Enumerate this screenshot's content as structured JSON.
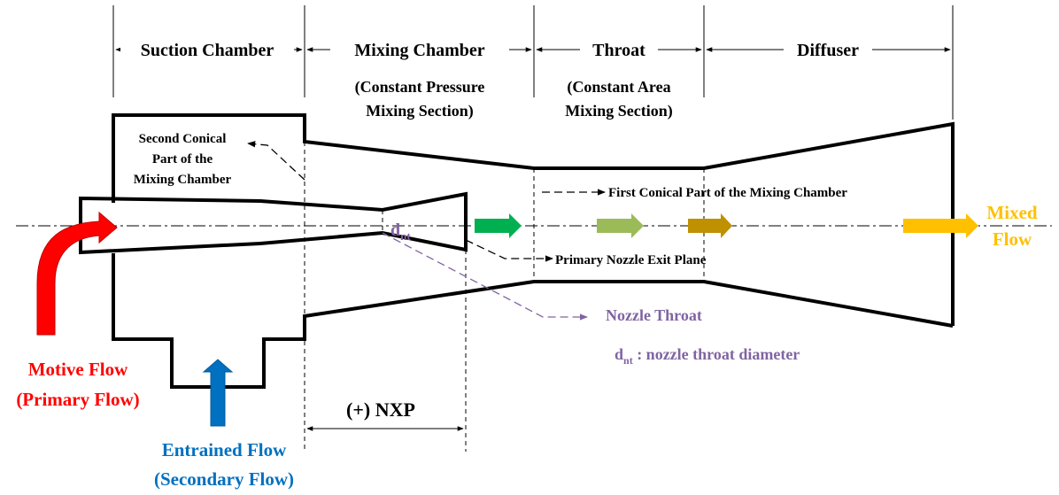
{
  "sections": {
    "suction_chamber": "Suction Chamber",
    "mixing_chamber": "Mixing Chamber",
    "mixing_chamber_sub": [
      "(Constant Pressure",
      "Mixing Section)"
    ],
    "throat": "Throat",
    "throat_sub": [
      "(Constant Area",
      "Mixing Section)"
    ],
    "diffuser": "Diffuser"
  },
  "annotations": {
    "second_conical": [
      "Second Conical",
      "Part of the",
      "Mixing Chamber"
    ],
    "first_conical": "First Conical Part of the Mixing Chamber",
    "nozzle_exit_plane": "Primary Nozzle Exit Plane",
    "nozzle_throat": "Nozzle Throat",
    "dnt_main": "d",
    "dnt_sub": "nt",
    "dnt_legend_main": "d",
    "dnt_legend_sub": "nt",
    "dnt_legend_rest": " : nozzle throat diameter",
    "nxp": "(+) NXP"
  },
  "flows": {
    "motive": [
      "Motive Flow",
      "(Primary Flow)"
    ],
    "entrained": [
      "Entrained Flow",
      "(Secondary Flow)"
    ],
    "mixed": [
      "Mixed",
      "Flow"
    ]
  },
  "colors": {
    "motive": "#ff0000",
    "entrained": "#0070c0",
    "mixed": "#ffc000",
    "nozzle_annotation": "#8064a2",
    "flow_green": "#00b050",
    "flow_lightgreen": "#9bbb59",
    "flow_olive": "#bf9000",
    "flow_yellow": "#ffc000"
  }
}
